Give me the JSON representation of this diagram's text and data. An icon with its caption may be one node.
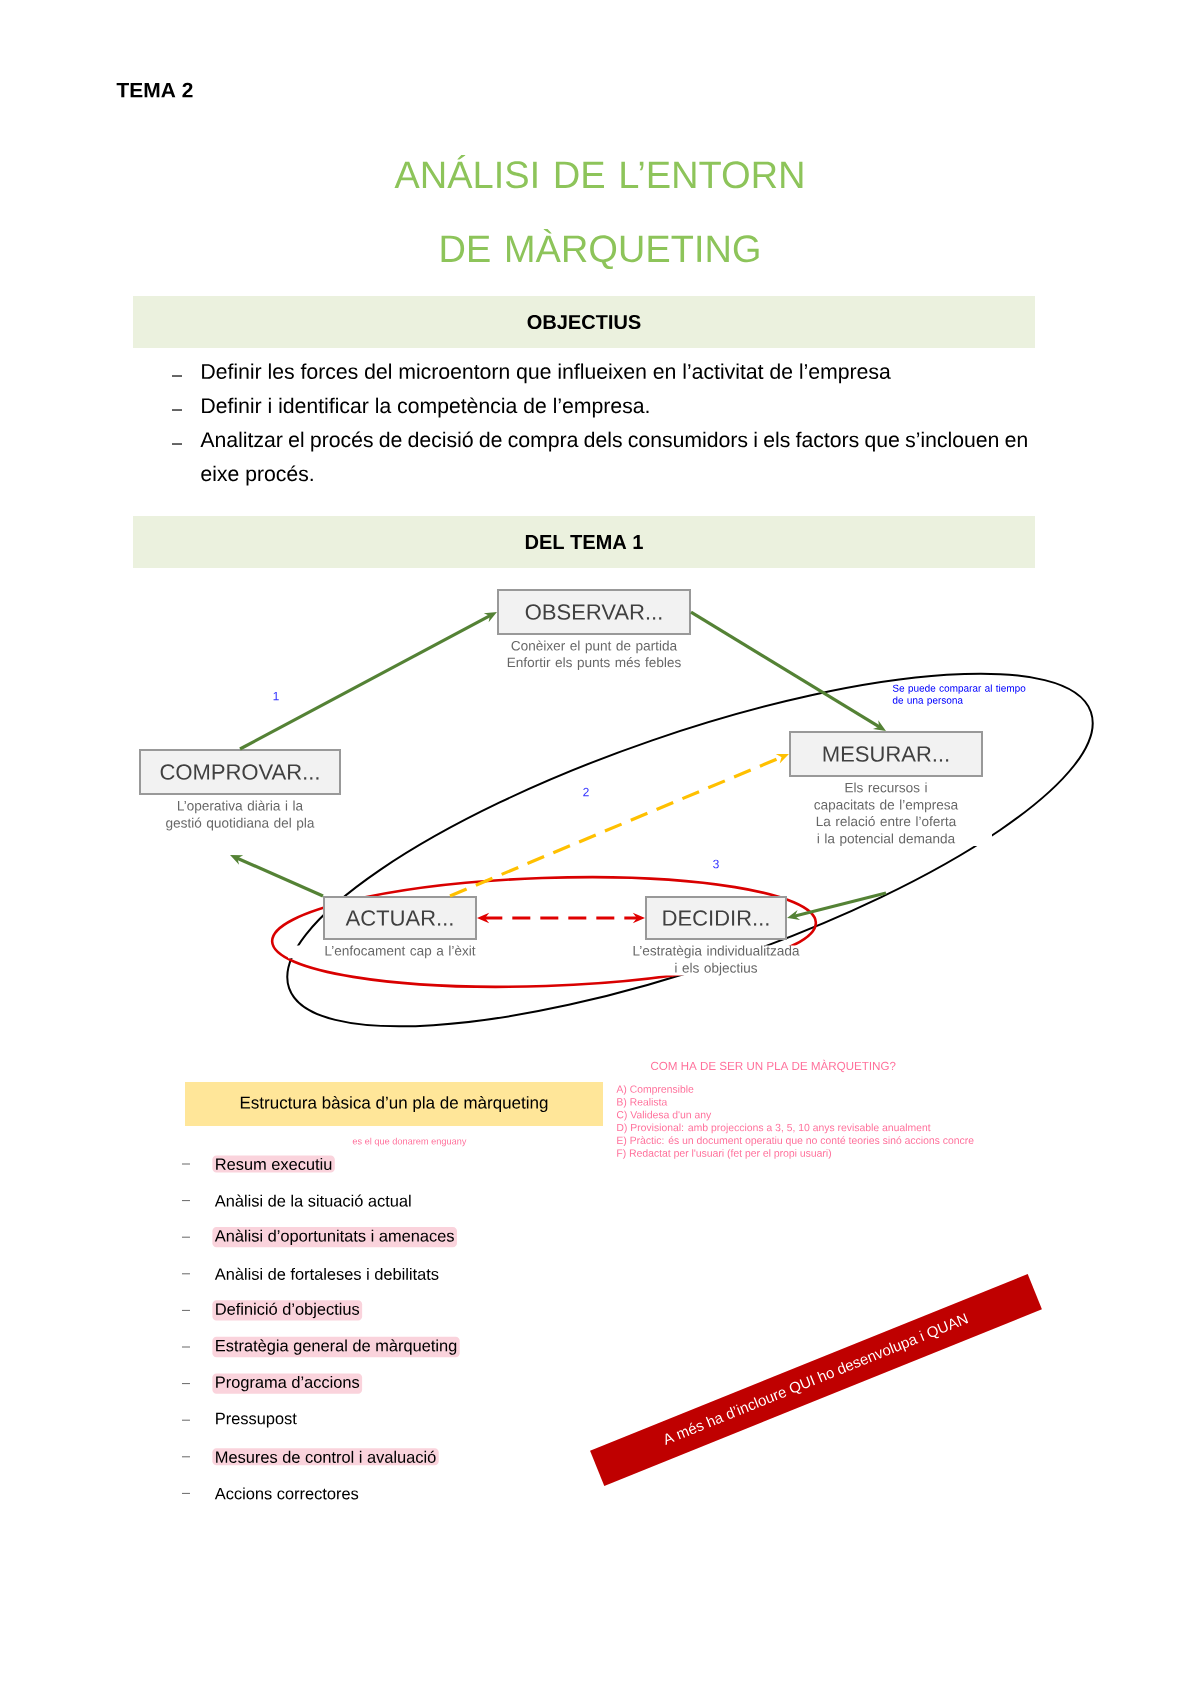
{
  "diagram": {
    "title": "ANÁLISI DE L’ENTORN DE MÀRQUETING",
    "nodes": [
      {
        "text": [
          "OBJECTIUS"
        ],
        "beside": [
          "Definir les forces del microentorn que influeixen en l’activitat de l’empresa",
          "Definir i identificar la competència de l’empresa.",
          "Analitzar el procés de decisió de compra dels consumidors i els factors que s’inclouen en eixe procés."
        ]
      },
      {
        "text": [
          "DEL TEMA 1"
        ]
      },
      {
        "text": [
          "OBSERVAR..."
        ],
        "beside": [
          "Conèixer el punt de partida",
          "Enfortir els punts més febles"
        ]
      },
      {
        "text": [
          "COMPROVAR..."
        ],
        "beside": [
          "L’operativa diària i la gestió quotidiana del pla"
        ]
      },
      {
        "text": [
          "MESURAR..."
        ],
        "beside": [
          "Els recursos i capacitats de l’empresa",
          "La relació entre l’oferta i la potencial demanda"
        ]
      },
      {
        "text": [
          "ACTUAR..."
        ],
        "beside": [
          "L’enfocament cap a l’èxit"
        ]
      },
      {
        "text": [
          "DECIDIR..."
        ],
        "beside": [
          "L’estratègia individualitzada i els objectius"
        ]
      },
      {
        "text": [
          "Estructura bàsica d’un pla de màrqueting"
        ]
      },
      {
        "text": [
          "A més ha d’incloure QUI ho desenvolupa i QUAN"
        ]
      }
    ],
    "edges": [
      {
        "from": 3,
        "to": 2,
        "arrow": "to",
        "label": "1"
      },
      {
        "from": 2,
        "to": 4,
        "arrow": "to"
      },
      {
        "from": 4,
        "to": 6,
        "arrow": "to"
      },
      {
        "from": 5,
        "to": 3,
        "arrow": "to"
      },
      {
        "from": 5,
        "to": 4,
        "arrow": "to",
        "label": "2",
        "style": "dashed",
        "color": "#ffc000"
      },
      {
        "from": 5,
        "to": 6,
        "arrow": "both",
        "style": "dashed",
        "color": "#e00000"
      }
    ],
    "labels": [
      "TEMA 2",
      "3",
      "Se puede comparar al tiempo de una persona",
      "COM HA DE SER UN PLA DE MÀRQUETING?",
      "A) Comprensible",
      "B) Realista",
      "C) Validesa d'un any",
      "D) Provisional: amb projeccions a 3, 5, 10 anys revisable anualment",
      "E) Pràctic: és un document operatiu que no conté teories sinó accions concre",
      "F) Redactat per l'usuari (fet per el propi usuari)",
      "es el que donarem enguany",
      "Resum executiu",
      "Anàlisi de la situació actual",
      "Anàlisi d’oportunitats i amenaces",
      "Anàlisi de fortaleses i debilitats",
      "Definició d’objectius",
      "Estratègia general de màrqueting",
      "Programa d’accions",
      "Pressupost",
      "Mesures de control i avaluació",
      "Accions correctores"
    ]
  }
}
